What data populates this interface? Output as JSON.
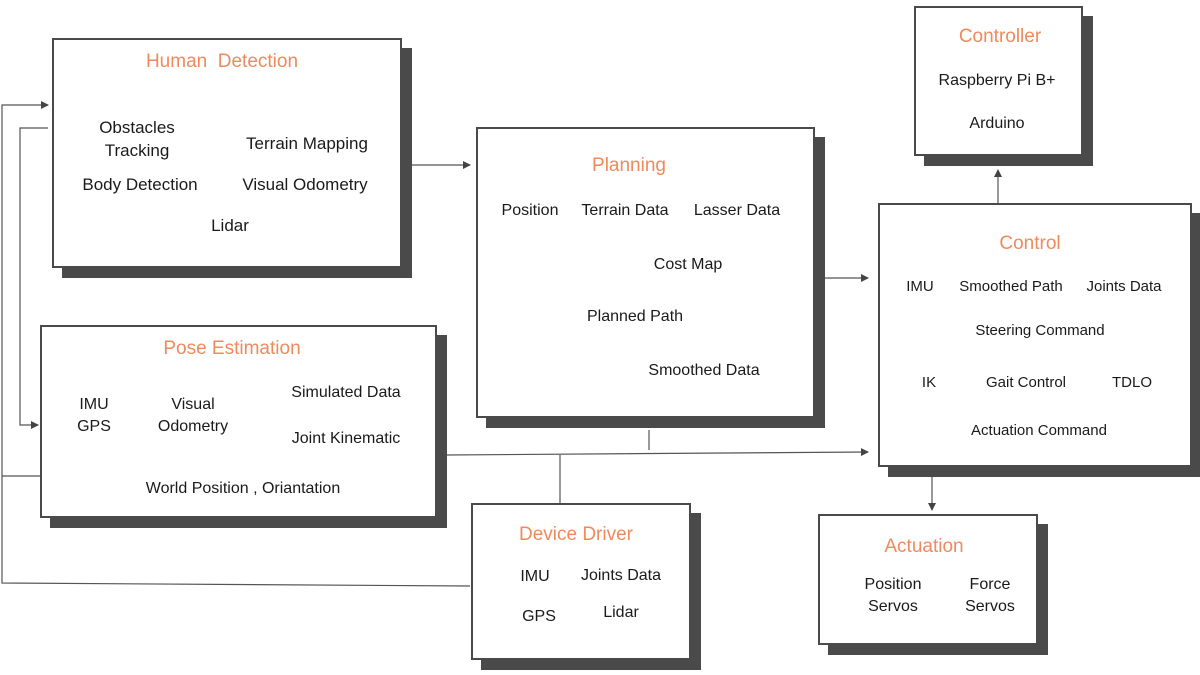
{
  "colors": {
    "title": "#f08a5d",
    "border": "#4a4a4a",
    "shadow": "#4a4a4a",
    "text": "#1a1a1a"
  },
  "human_detection": {
    "title": "Human  Detection",
    "obstacles_tracking": [
      "Obstacles",
      "Tracking"
    ],
    "terrain_mapping": "Terrain Mapping",
    "body_detection": "Body Detection",
    "visual_odometry": "Visual Odometry",
    "lidar": "Lidar"
  },
  "pose_estimation": {
    "title": "Pose Estimation",
    "imu": "IMU",
    "gps": "GPS",
    "visual_odometry": [
      "Visual",
      "Odometry"
    ],
    "simulated_data": "Simulated Data",
    "joint_kinematic": "Joint Kinematic",
    "world_position": "World Position , Oriantation"
  },
  "planning": {
    "title": "Planning",
    "position": "Position",
    "terrain_data": "Terrain Data",
    "lasser_data": "Lasser Data",
    "cost_map": "Cost Map",
    "planned_path": "Planned Path",
    "smoothed_data": "Smoothed Data"
  },
  "controller": {
    "title": "Controller",
    "raspberry": "Raspberry Pi B+",
    "arduino": "Arduino"
  },
  "control": {
    "title": "Control",
    "imu": "IMU",
    "smoothed_path": "Smoothed Path",
    "joints_data": "Joints Data",
    "steering_command": "Steering Command",
    "ik": "IK",
    "gait_control": "Gait Control",
    "tdlo": "TDLO",
    "actuation_command": "Actuation Command"
  },
  "device_driver": {
    "title": "Device Driver",
    "imu": "IMU",
    "joints_data": "Joints Data",
    "gps": "GPS",
    "lidar": "Lidar"
  },
  "actuation": {
    "title": "Actuation",
    "position_servos": [
      "Position",
      "Servos"
    ],
    "force_servos": [
      "Force",
      "Servos"
    ]
  }
}
